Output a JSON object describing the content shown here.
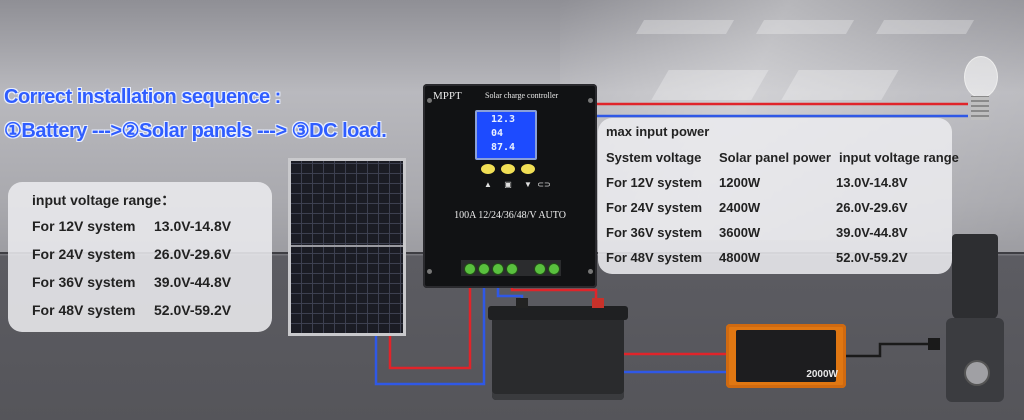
{
  "headline": {
    "line1": "Correct installation sequence :",
    "line2": "①Battery --->②Solar panels ---> ③DC load."
  },
  "input_voltage_panel": {
    "title": "input voltage range：",
    "rows": [
      {
        "system": "For 12V system",
        "range": "13.0V-14.8V"
      },
      {
        "system": "For 24V system",
        "range": "26.0V-29.6V"
      },
      {
        "system": "For 36V system",
        "range": "39.0V-44.8V"
      },
      {
        "system": "For 48V system",
        "range": "52.0V-59.2V"
      }
    ]
  },
  "max_power_panel": {
    "title": "max input power",
    "headers": {
      "system": "System voltage",
      "power": "Solar panel power",
      "range": "input voltage range"
    },
    "rows": [
      {
        "system": "For 12V system",
        "power": "1200W",
        "range": "13.0V-14.8V"
      },
      {
        "system": "For 24V system",
        "power": "2400W",
        "range": "26.0V-29.6V"
      },
      {
        "system": "For 36V system",
        "power": "3600W",
        "range": "39.0V-44.8V"
      },
      {
        "system": "For 48V system",
        "power": "4800W",
        "range": "52.0V-59.2V"
      }
    ]
  },
  "controller": {
    "brand": "MPPT",
    "model": "Solar charge controller",
    "lcd": [
      "12.3",
      "04",
      "87.4"
    ],
    "spec": "100A 12/24/36/48/V AUTO"
  },
  "inverter": {
    "label": "2000W"
  },
  "colors": {
    "headline": "#2f5dff",
    "wire_red": "#e0242a",
    "wire_blue": "#2f58e6",
    "terminal": "#59c03e"
  }
}
